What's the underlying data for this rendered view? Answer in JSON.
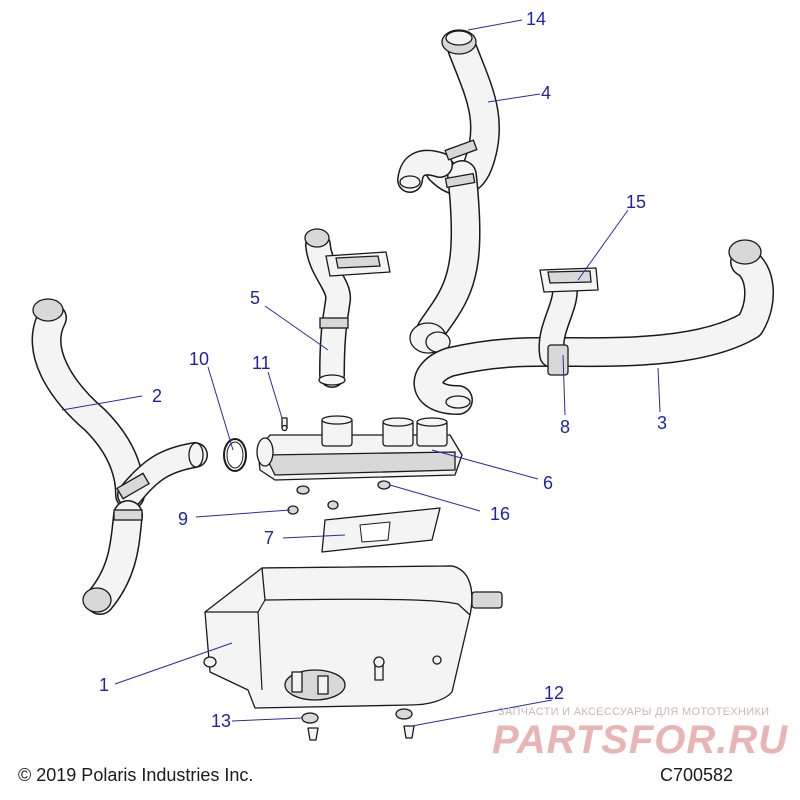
{
  "callouts": {
    "c1": "1",
    "c2": "2",
    "c3": "3",
    "c4": "4",
    "c5": "5",
    "c6": "6",
    "c7": "7",
    "c8": "8",
    "c9": "9",
    "c10": "10",
    "c11": "11",
    "c12": "12",
    "c13": "13",
    "c14": "14",
    "c15": "15",
    "c16": "16"
  },
  "footer": {
    "copyright": "© 2019 Polaris Industries Inc.",
    "code": "C700582"
  },
  "watermark": {
    "tagline": "ЗАПЧАСТИ И АКСЕССУАРЫ ДЛЯ МОТОТЕХНИКИ",
    "brand": "PARTSFOR.RU"
  },
  "colors": {
    "callout": "#1f1fb0",
    "part_fill": "#f4f4f4",
    "outline": "#1a1a1a",
    "watermark": "#e9b4b4"
  }
}
